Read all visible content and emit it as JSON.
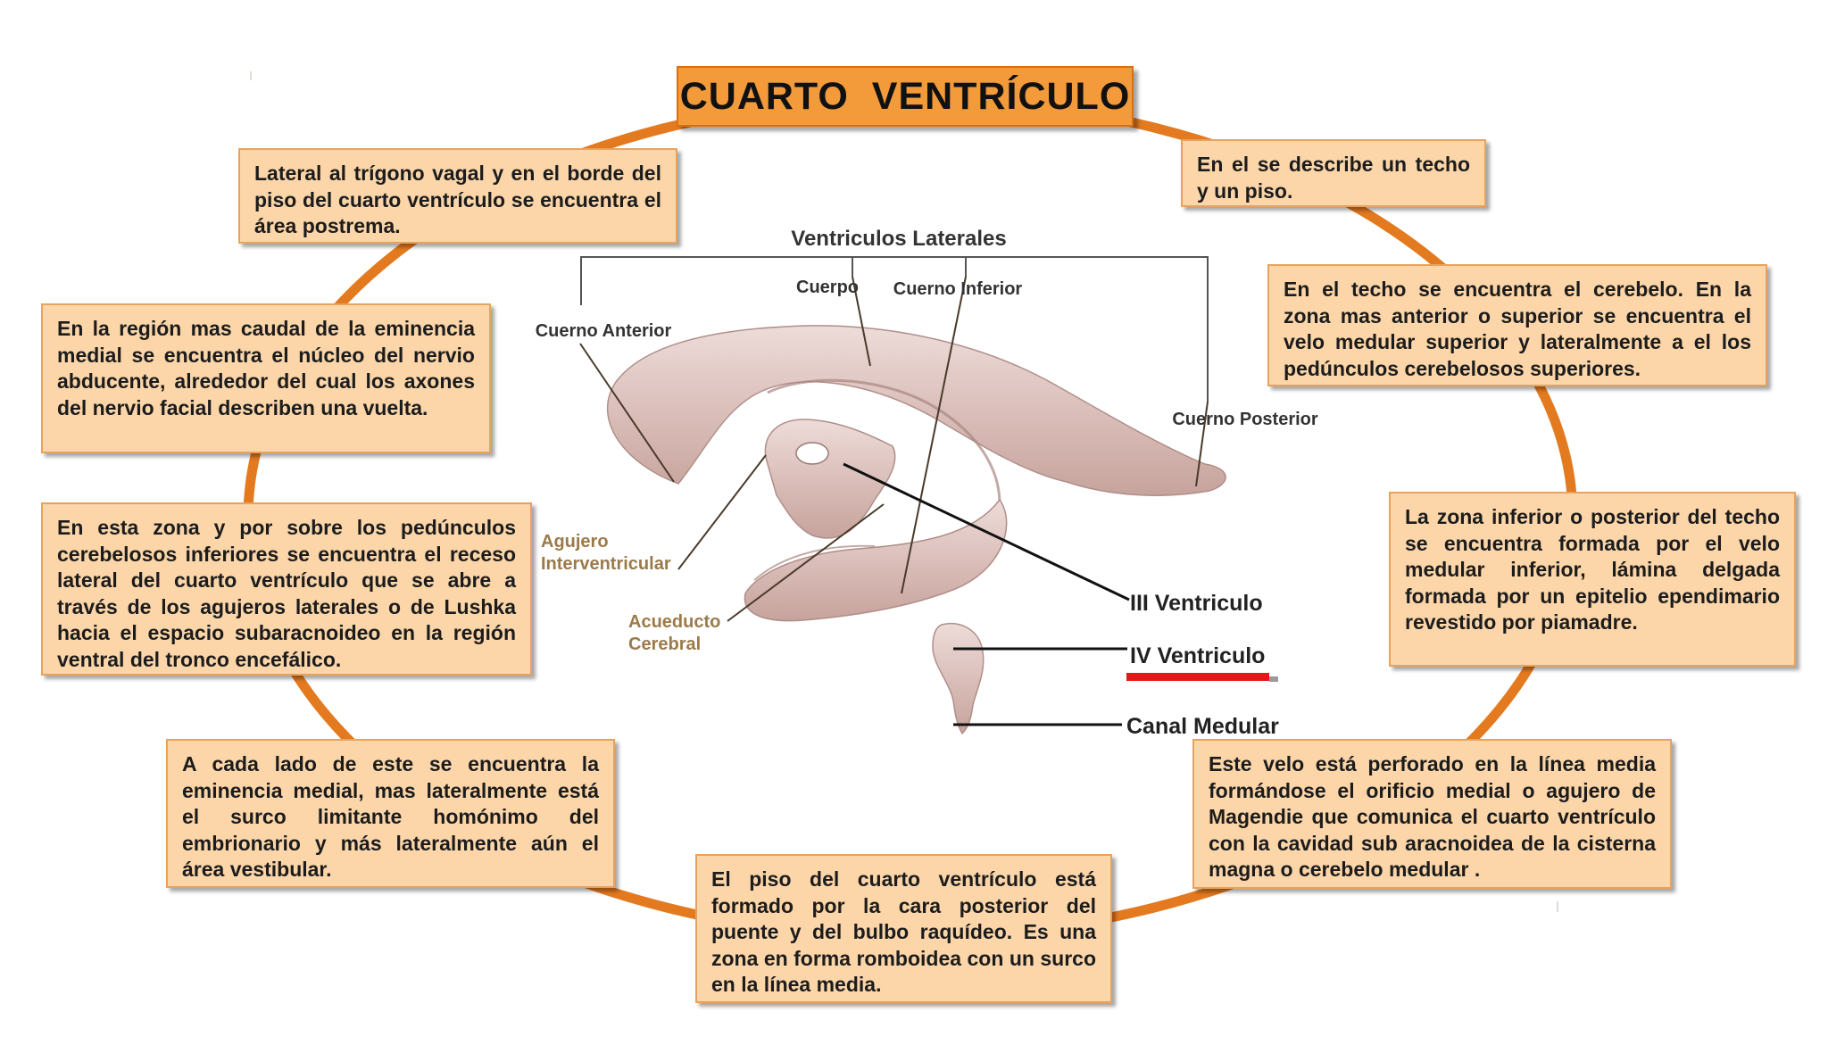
{
  "title": "CUARTO  VENTRÍCULO",
  "notes": {
    "area_postrema": "Lateral al trígono vagal y en el borde del piso del cuarto ventrículo se encuentra el área postrema.",
    "techo_piso": "En el se describe un techo y un piso.",
    "abducente": "En la región mas caudal de la eminencia medial se encuentra el núcleo del nervio abducente, alrededor del cual los axones del nervio facial describen una vuelta.",
    "techo_cerebelo": "En el techo se encuentra el cerebelo. En la zona mas anterior o superior se encuentra el velo medular superior y lateralmente a el los pedúnculos cerebelosos superiores.",
    "receso_lateral": "En esta zona y por sobre los pedúnculos cerebelosos inferiores se encuentra el receso lateral del cuarto ventrículo que se abre a través de los agujeros laterales o de Lushka hacia el espacio subaracnoideo en la región ventral del tronco encefálico.",
    "techo_inferior": "La zona inferior o posterior del techo se encuentra formada por el velo medular inferior, lámina delgada formada por un epitelio ependimario revestido por piamadre.",
    "eminencia_medial": "A cada lado de este se encuentra la eminencia medial, mas lateralmente está el surco limitante homónimo del embrionario y más lateralmente aún el área vestibular.",
    "magendie": "Este velo está perforado en la línea media formándose el orificio medial o agujero de Magendie que comunica el cuarto ventrículo con la cavidad sub aracnoidea de la cisterna magna o cerebelo medular .",
    "piso": "El piso del cuarto ventrículo está formado por la cara posterior del puente y del bulbo raquídeo. Es una zona en forma romboidea con un surco en la línea media."
  },
  "diagram_labels": {
    "ventriculos_laterales": "Ventriculos Laterales",
    "cuerpo": "Cuerpo",
    "cuerno_inferior": "Cuerno Inferior",
    "cuerno_anterior": "Cuerno Anterior",
    "cuerno_posterior": "Cuerno Posterior",
    "agujero_1": "Agujero",
    "agujero_2": "Interventricular",
    "acueducto_1": "Acueducto",
    "acueducto_2": "Cerebral",
    "iii_ventriculo": "III Ventriculo",
    "iv_ventriculo": "IV Ventriculo",
    "canal_medular": "Canal Medular"
  },
  "colors": {
    "ring": "#e47a1f",
    "title_fill": "#f39a3a",
    "note_fill": "#fcd6a9",
    "note_border": "#e7a35e",
    "highlight_underline": "#e8151b",
    "ventricle_tissue": "#e0c4c0"
  }
}
